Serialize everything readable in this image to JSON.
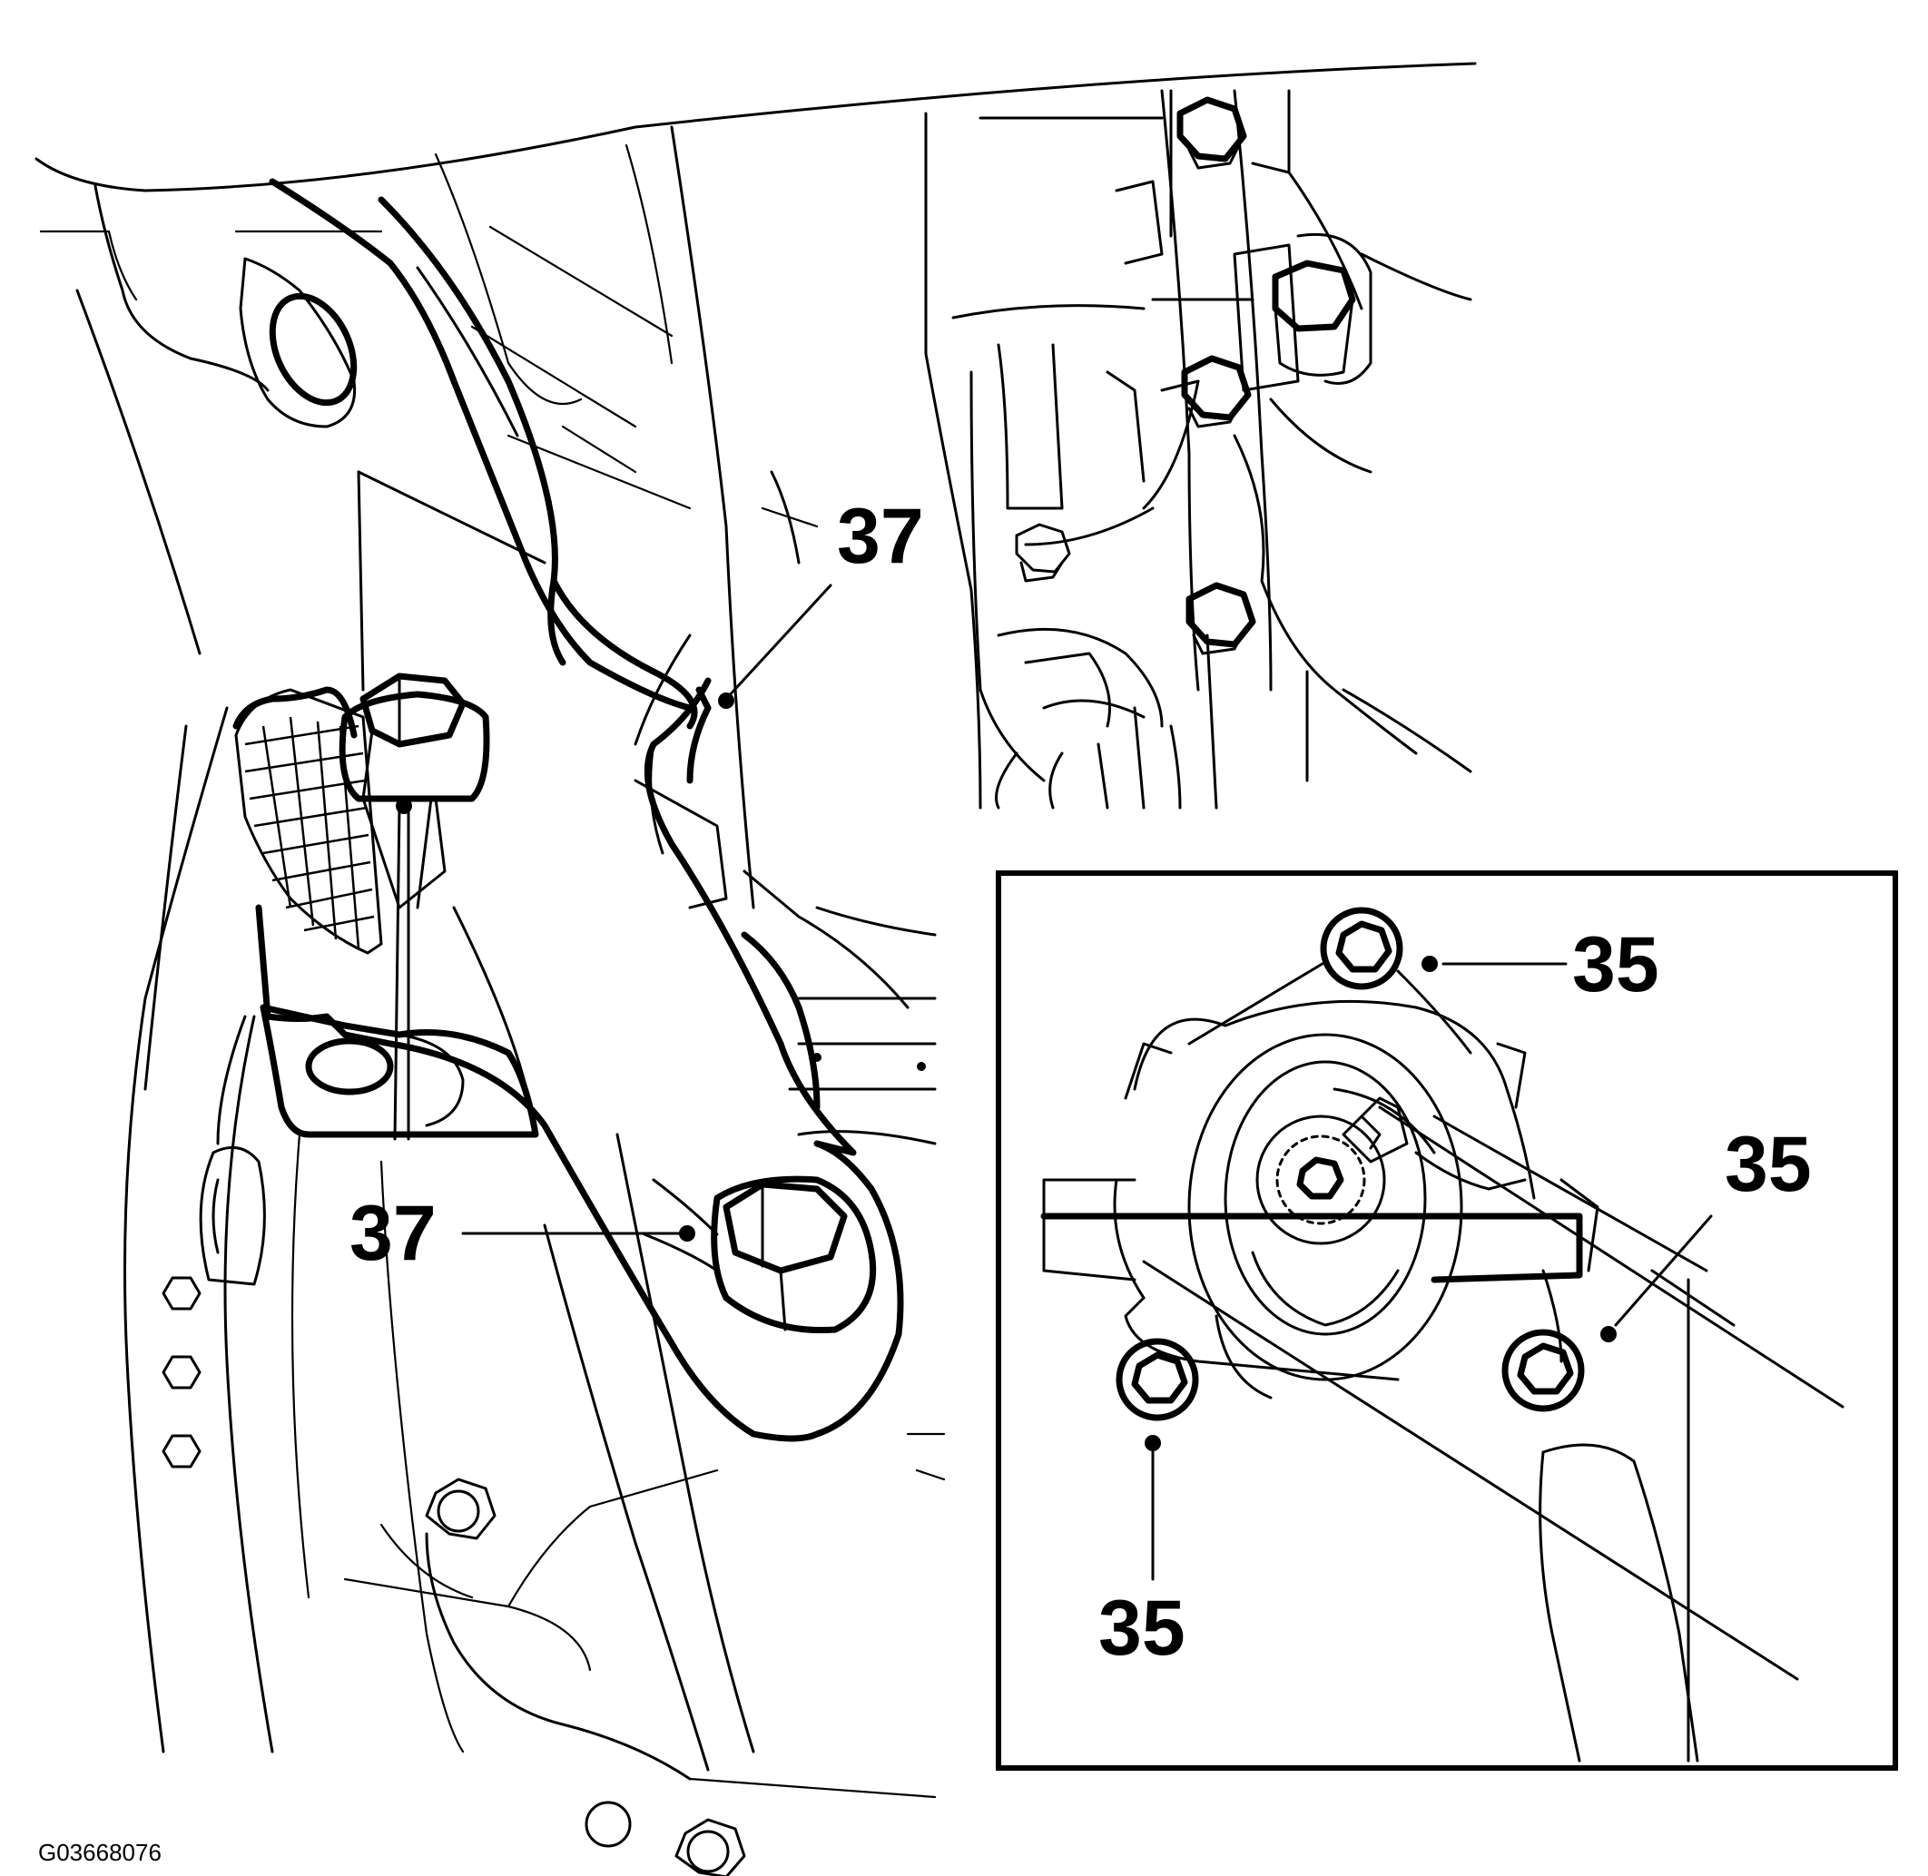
{
  "figure_id": "G03668076",
  "callouts": {
    "c37_top": "37",
    "c37_left": "37",
    "c35_top_right": "35",
    "c35_mid_right": "35",
    "c35_bottom": "35"
  },
  "inset": {
    "present": true
  }
}
